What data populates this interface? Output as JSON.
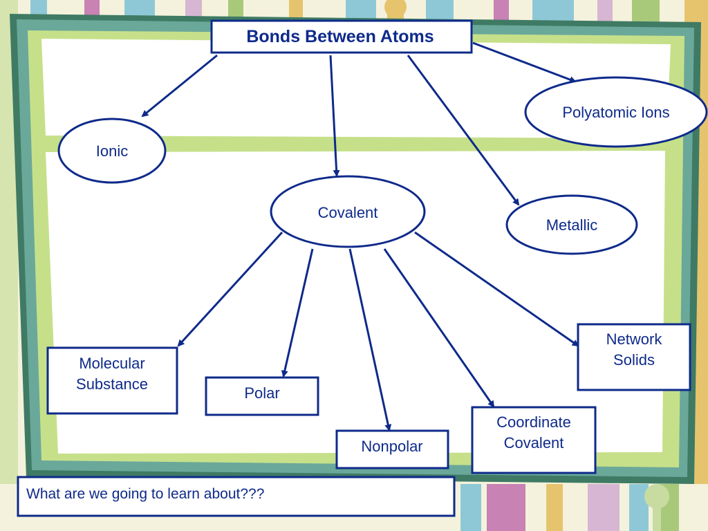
{
  "colors": {
    "ink": "#0e2a8a",
    "frame_dark": "#3f7a64",
    "frame_mid": "#6aa89a",
    "frame_light": "#c6e08a",
    "panel": "#ffffff",
    "stripe_pink": "#c882b4",
    "stripe_blue": "#8ec8d6",
    "stripe_gold": "#e6c46e",
    "stripe_green": "#a8c97a",
    "stripe_lilac": "#d6b6d2",
    "background": "#f4f2dc"
  },
  "diagram": {
    "title": "Bonds Between Atoms",
    "nodes": {
      "ionic": "Ionic",
      "covalent": "Covalent",
      "metallic": "Metallic",
      "polyatomic": "Polyatomic Ions",
      "molecular": [
        "Molecular",
        "Substance"
      ],
      "polar": "Polar",
      "nonpolar": "Nonpolar",
      "coordinate": [
        "Coordinate",
        "Covalent"
      ],
      "network": [
        "Network",
        "Solids"
      ]
    }
  },
  "footer": {
    "question": "What are we going to learn about???"
  }
}
